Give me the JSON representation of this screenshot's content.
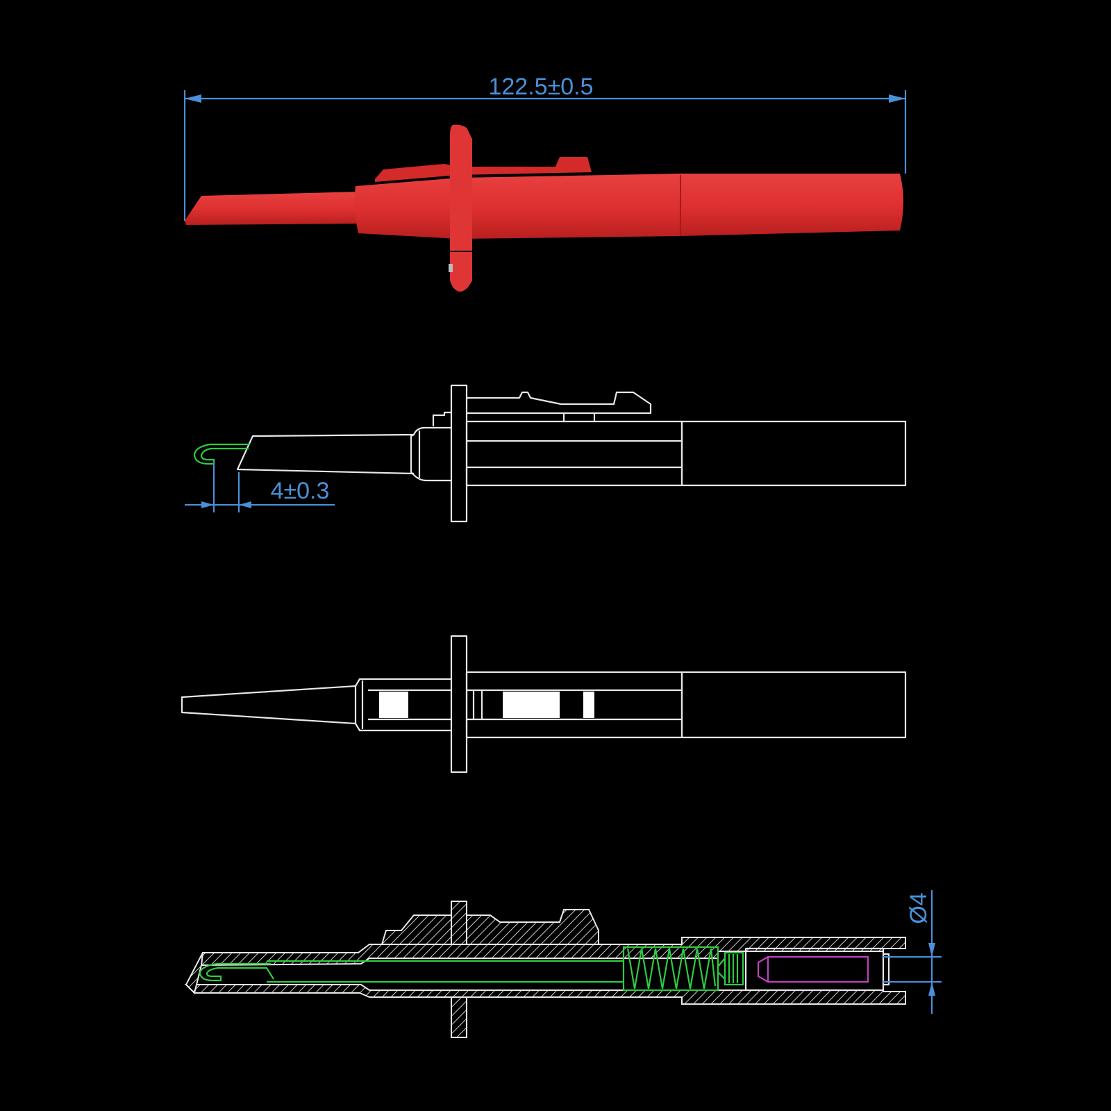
{
  "colors": {
    "background": "#000000",
    "probe_red": "#e03333",
    "probe_red_dark": "#b51f1f",
    "line_white": "#e8e8e8",
    "dimension_blue": "#4a90d9",
    "hook_green": "#2ecc40",
    "pin_magenta": "#c040c0"
  },
  "dimensions": {
    "overall_length": "122.5±0.5",
    "hook_offset": "4±0.3",
    "diameter": "Ø4"
  }
}
